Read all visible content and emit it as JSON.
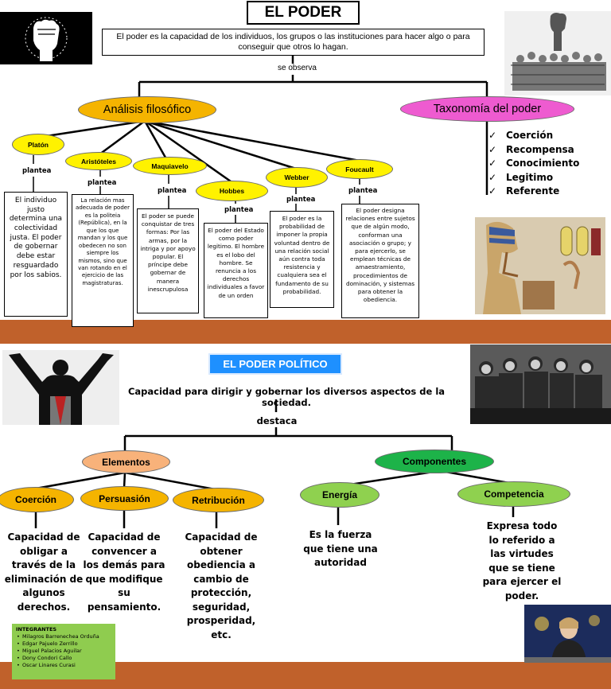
{
  "top": {
    "title": "EL PODER",
    "definition": "El poder es la capacidad de los individuos, los grupos o las instituciones para hacer algo o para conseguir que otros lo hagan.",
    "observe": "se observa",
    "analysis": "Análisis filosófico",
    "taxonomy": "Taxonomía del poder",
    "taxonomy_items": [
      "Coerción",
      "Recompensa",
      "Conocimiento",
      "Legitimo",
      "Referente"
    ],
    "plantea": "plantea",
    "philosophers": [
      {
        "name": "Platón",
        "text": "El individuo justo determina una colectividad justa. El poder de gobernar debe estar resguardado por los sabios."
      },
      {
        "name": "Aristóteles",
        "text": "La relación mas adecuada de poder es la politeia (República), en la que los que mandan y los que obedecen no son siempre los mismos, sino que van rotando en el ejercicio de las magistraturas."
      },
      {
        "name": "Maquiavelo",
        "text": "El poder se puede conquistar de tres formas: Por las armas, por la intriga y por apoyo popular. El príncipe debe gobernar de manera inescrupulosa"
      },
      {
        "name": "Hobbes",
        "text": "El poder del Estado como poder legitimo. El hombre es el lobo del hombre. Se renuncia a los derechos individuales a favor de un orden"
      },
      {
        "name": "Webber",
        "text": "El poder es la probabilidad de imponer la propia voluntad dentro de una relación social aún contra toda resistencia y cualquiera sea el fundamento de su probabilidad."
      },
      {
        "name": "Foucault",
        "text": "El poder designa relaciones entre sujetos que de algún modo, conforman una asociación o grupo; y para ejercerlo, se emplean técnicas de amaestramiento, procedimientos de dominación, y sistemas para obtener la obediencia."
      }
    ]
  },
  "bottom": {
    "title": "EL PODER POLÍTICO",
    "definition": "Capacidad para dirigir y gobernar los diversos aspectos de la sociedad.",
    "destaca": "destaca",
    "elements": "Elementos",
    "components": "Componentes",
    "coercion": {
      "label": "Coerción",
      "text": "Capacidad de obligar a través de la eliminación de algunos derechos."
    },
    "persuasion": {
      "label": "Persuasión",
      "text": "Capacidad de convencer a los demás para que modifique su pensamiento."
    },
    "retribution": {
      "label": "Retribución",
      "text": "Capacidad de obtener obediencia a cambio de protección, seguridad, prosperidad, etc."
    },
    "energy": {
      "label": "Energía",
      "text": "Es la fuerza que tiene una autoridad"
    },
    "competence": {
      "label": "Competencia",
      "text": "Expresa todo lo referido a las virtudes que se tiene para ejercer el poder."
    },
    "members_title": "INTEGRANTES",
    "members": [
      "Milagros Barrenechea Orduña",
      "Edgar Pajuelo Zerrillo",
      "Miguel Palacios Aguilar",
      "Dony Condori Callo",
      "Oscar Linares Curasi"
    ]
  },
  "colors": {
    "band": "#c0612b",
    "analysis": "#f5b400",
    "taxonomy": "#ee5bd0",
    "philosopher": "#fff200",
    "political_title": "#1e90ff",
    "elements": "#f8b27a",
    "components": "#1db349",
    "component_items": "#8fd14f"
  },
  "icons": [
    "raised-fist-icon",
    "crowd-fist-icon",
    "egyptian-pharaoh-image",
    "orator-silhouette-icon",
    "military-junta-photo",
    "chancellor-photo"
  ]
}
